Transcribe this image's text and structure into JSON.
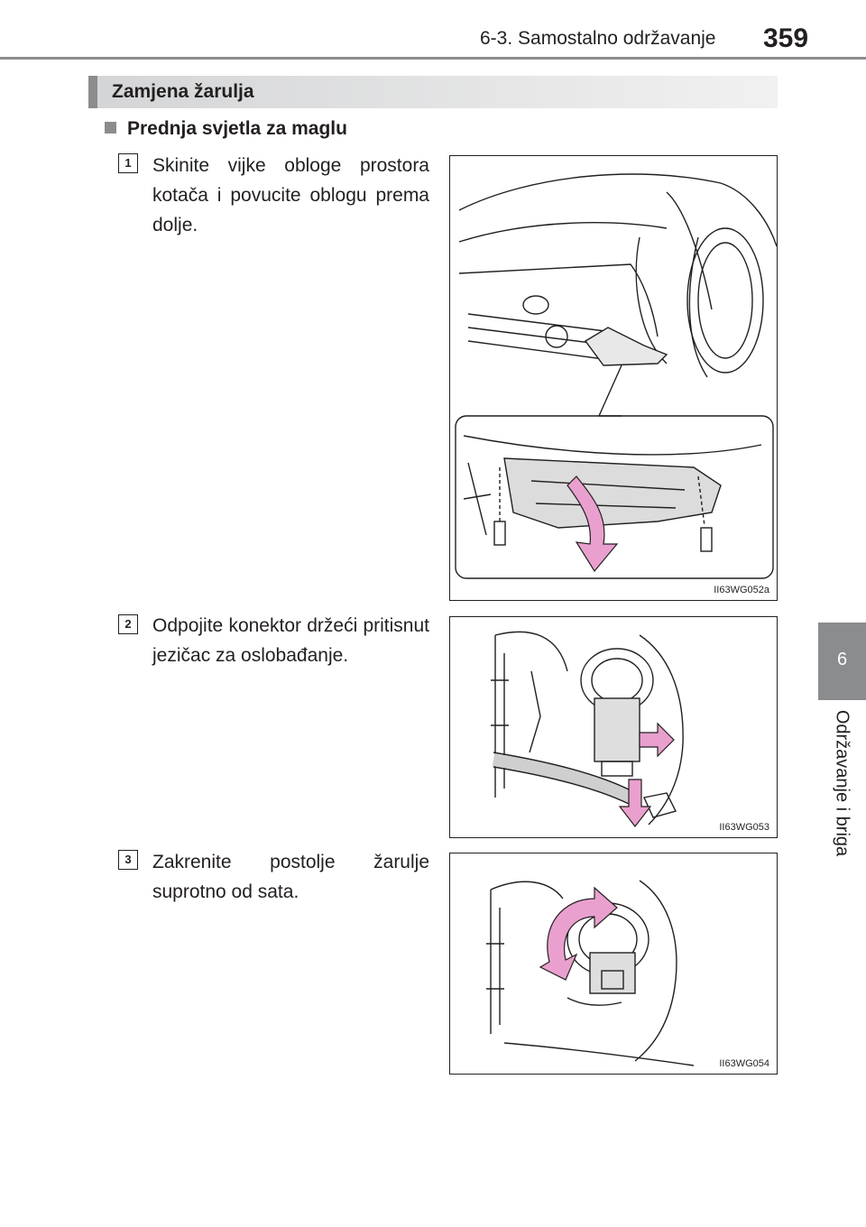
{
  "header": {
    "section": "6-3. Samostalno održavanje",
    "page_number": "359"
  },
  "side_tab": {
    "chapter_number": "6",
    "chapter_title": "Održavanje i briga"
  },
  "section": {
    "title": "Zamjena žarulja"
  },
  "subsection": {
    "title": "Prednja svjetla za maglu"
  },
  "steps": [
    {
      "number": "1",
      "text": "Skinite vijke obloge prostora kotača i povucite oblogu prema dolje.",
      "figure_code": "II63WG052a"
    },
    {
      "number": "2",
      "text": "Odpojite konektor držeći pritisnut jezičac za oslobađanje.",
      "figure_code": "II63WG053"
    },
    {
      "number": "3",
      "text": "Zakrenite postolje žarulje suprotno od sata.",
      "figure_code": "II63WG054"
    }
  ],
  "colors": {
    "accent_gray": "#8a8c8e",
    "arrow_pink": "#e9a0cf",
    "text": "#231f20"
  }
}
